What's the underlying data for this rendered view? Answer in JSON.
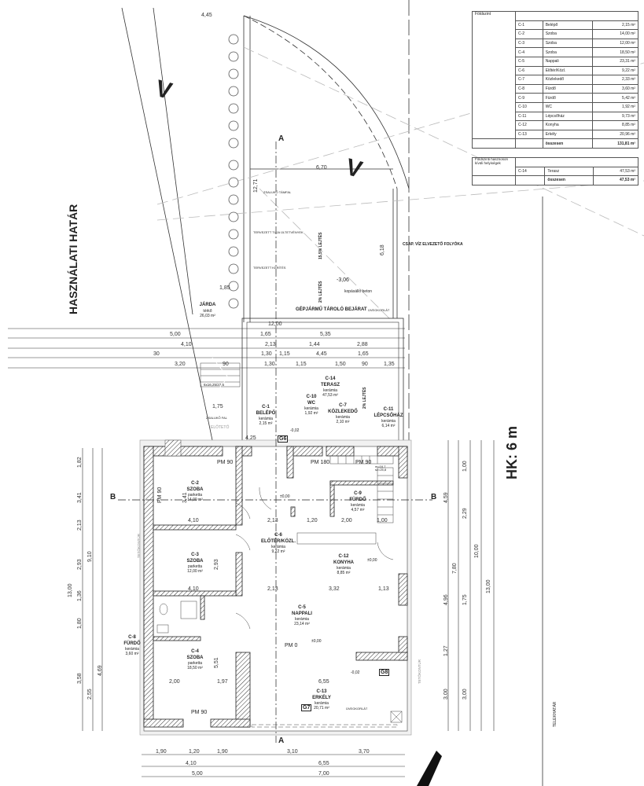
{
  "area_table": {
    "heading": "Földszint",
    "rows": [
      {
        "code": "C-1",
        "name": "Belépő",
        "area": "2,15 m²"
      },
      {
        "code": "C-2",
        "name": "Szoba",
        "area": "14,00 m²"
      },
      {
        "code": "C-3",
        "name": "Szoba",
        "area": "12,00 m²"
      },
      {
        "code": "C-4",
        "name": "Szoba",
        "area": "18,50 m²"
      },
      {
        "code": "C-5",
        "name": "Nappali",
        "area": "23,31 m²"
      },
      {
        "code": "C-6",
        "name": "Előtér/Közl.",
        "area": "9,22 m²"
      },
      {
        "code": "C-7",
        "name": "Közlekedő",
        "area": "2,33 m²"
      },
      {
        "code": "C-8",
        "name": "Fürdő",
        "area": "3,60 m²"
      },
      {
        "code": "C-9",
        "name": "Fürdő",
        "area": "5,42 m²"
      },
      {
        "code": "C-10",
        "name": "WC",
        "area": "1,92 m²"
      },
      {
        "code": "C-11",
        "name": "Lépcsőház",
        "area": "9,73 m²"
      },
      {
        "code": "C-12",
        "name": "Konyha",
        "area": "8,85 m²"
      },
      {
        "code": "C-13",
        "name": "Erkély",
        "area": "20,96 m²"
      }
    ],
    "total_label": "összesen",
    "total": "131,81 m²"
  },
  "outside_table": {
    "heading": "Földszinti hasznoson kívüli helyiségek",
    "rows": [
      {
        "code": "C-14",
        "name": "Terasz",
        "area": "47,53 m²"
      }
    ],
    "total_label": "összesen",
    "total": "47,53 m²"
  },
  "rooms": [
    {
      "code": "C-1",
      "name": "BELÉPŐ",
      "floor": "kerámia",
      "area": "2,15 m²"
    },
    {
      "code": "C-2",
      "name": "SZOBA",
      "floor": "parketta",
      "area": "14,00 m²"
    },
    {
      "code": "C-3",
      "name": "SZOBA",
      "floor": "parketta",
      "area": "12,00 m²"
    },
    {
      "code": "C-4",
      "name": "SZOBA",
      "floor": "parketta",
      "area": "18,50 m²"
    },
    {
      "code": "C-5",
      "name": "NAPPALI",
      "floor": "kerámia",
      "area": "23,14 m²"
    },
    {
      "code": "C-6",
      "name": "ELŐTÉR/KÖZL.",
      "floor": "kerámia",
      "area": "9,22 m²"
    },
    {
      "code": "C-7",
      "name": "KÖZLEKEDŐ",
      "floor": "kerámia",
      "area": "2,10 m²"
    },
    {
      "code": "C-8",
      "name": "FÜRDŐ",
      "floor": "kerámia",
      "area": "3,60 m²"
    },
    {
      "code": "C-9",
      "name": "FÜRDŐ",
      "floor": "kerámia",
      "area": "4,57 m²"
    },
    {
      "code": "C-10",
      "name": "WC",
      "floor": "kerámia",
      "area": "1,92 m²"
    },
    {
      "code": "C-11",
      "name": "LÉPCSŐHÁZ",
      "floor": "kerámia",
      "area": "6,14 m²"
    },
    {
      "code": "C-12",
      "name": "KONYHA",
      "floor": "kerámia",
      "area": "8,85 m²"
    },
    {
      "code": "C-13",
      "name": "ERKÉLY",
      "floor": "kerámia",
      "area": "20,71 m²"
    },
    {
      "code": "C-14",
      "name": "TERASZ",
      "floor": "kerámia",
      "area": "47,53 m²"
    }
  ],
  "jarda": {
    "name": "JÁRDA",
    "floor": "térkő",
    "area": "26,03 m²"
  },
  "labels": {
    "boundary_use": "HASZNÁLATI HATÁR",
    "height_limit": "HK: 6 m",
    "plot_boundary": "TELEKHATÁR",
    "garage_entrance": "GÉPJÁRMŰ TÁROLÓ BEJÁRAT",
    "gutter": "CSAP. VÍZ ELVEZETŐ FOLYÓKA",
    "concrete": "kopásálló beton",
    "slope_15": "15,5% LEJTÉS",
    "slope_2a": "2% LEJTÉS",
    "slope_2b": "2% LEJTÉS",
    "level_garage": "-3,06",
    "level_entry": "-0,02",
    "level_balcony": "-0,02",
    "level_zero_1": "±0,00",
    "level_zero_2": "±0,00",
    "level_zero_3": "±0,00",
    "pm0": "PM 0",
    "canopy": "ELŐTETŐ",
    "glass_rail_1": "ÜVEGKORLÁT",
    "glass_rail_2": "ÜVEGKORLÁT",
    "support_wall": "ZSALUKŐ TÁMFAL",
    "plants": "TERVEZETT TUJA ÜLTETVÉNYEK",
    "fence": "TERVEZETT KERÍTÉS",
    "low_wall": "ZSALUKŐ FAL",
    "eaves": "TETŐKONTÚR",
    "eaves2": "TETŐKONTÚR",
    "stairs": "6x16,25/27,5",
    "stair_info": "m=16,7 sz=25,8",
    "section_a": "A",
    "section_b": "B",
    "v_mark": "V",
    "g6": "G6",
    "g7": "G7",
    "g8": "G8",
    "pm90_a": "PM 90",
    "pm90_b": "PM 90",
    "pm90_c": "PM 90",
    "pm180": "PM 180",
    "pm90_bottom": "PM 90"
  },
  "dims": {
    "top": [
      "4,45",
      "6,70",
      "12,71",
      "6,18",
      "1,85",
      "12,00"
    ],
    "row1": [
      "5,00",
      "1,65",
      "5,35"
    ],
    "row2": [
      "4,10",
      "2,13",
      "1,44",
      "2,88"
    ],
    "row3": [
      "30",
      "1,30",
      "1,15",
      "4,45",
      "1,65"
    ],
    "row4": [
      "3,20",
      "90",
      "1,30",
      "1,15",
      "1,50",
      "90",
      "1,35"
    ],
    "mid": [
      "4,25",
      "1,75",
      "4,10",
      "2,13",
      "1,20",
      "2,00",
      "1,00",
      "4,10",
      "2,13",
      "3,32",
      "1,13",
      "2,00",
      "1,97",
      "6,55"
    ],
    "bottom1": [
      "1,90",
      "1,20",
      "1,90",
      "3,10",
      "3,70"
    ],
    "bottom2": [
      "4,10",
      "6,55"
    ],
    "bottom3": [
      "5,00",
      "7,00"
    ],
    "left": [
      "1,82",
      "3,41",
      "2,13",
      "2,93",
      "1,36",
      "1,80",
      "3,58",
      "2,55",
      "9,10",
      "13,00",
      "4,69"
    ],
    "right": [
      "1,00",
      "4,59",
      "2,29",
      "7,80",
      "10,00",
      "13,00",
      "1,75",
      "4,96",
      "1,27",
      "3,00",
      "3,00"
    ],
    "inner": [
      "3,41",
      "2,93",
      "5,51"
    ]
  }
}
